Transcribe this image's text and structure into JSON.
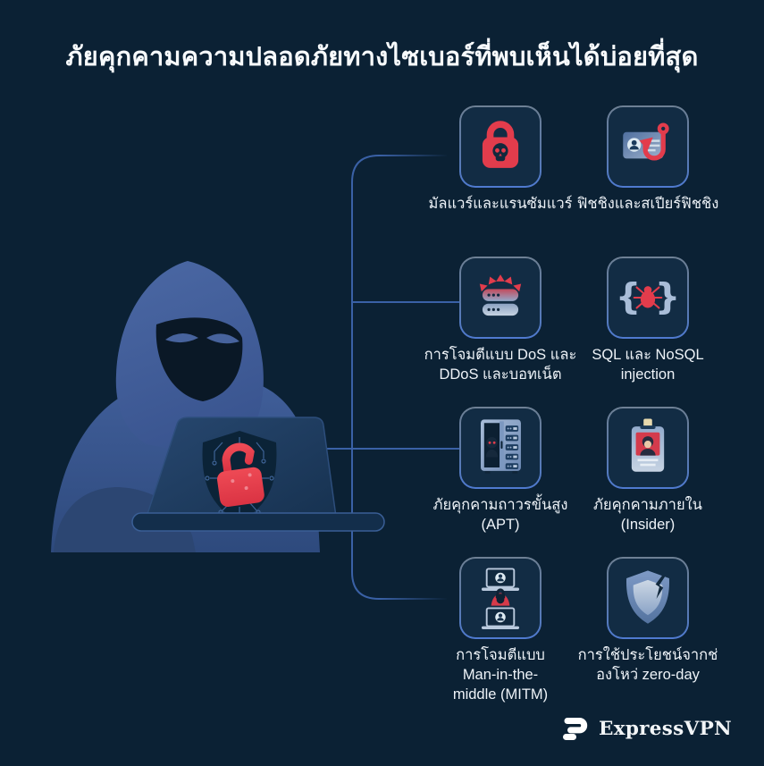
{
  "title": "ภัยคุกคามความปลอดภัยทางไซเบอร์ที่พบเห็นได้บ่อยที่สุด",
  "brand": {
    "name": "ExpressVPN",
    "logo_icon": "expressvpn-logo-icon"
  },
  "colors": {
    "background": "#0b2134",
    "accent_red": "#e23c4c",
    "connector_line": "#3a61a6",
    "card_background": "#122c44",
    "card_border_top": "#6e8094",
    "card_border_bottom": "#4f7ad0",
    "illustration_blue": "#44619b",
    "icon_light_blue": "#a9bdd8",
    "text": "#eef3f8"
  },
  "illustration": {
    "name": "hooded-hacker-at-laptop-with-red-unlocked-padlock-shield"
  },
  "threats": [
    {
      "id": "malware",
      "label": "มัลแวร์และแรนซัมแวร์",
      "icon": "padlock-skull-icon"
    },
    {
      "id": "phishing",
      "label": "ฟิชชิงและสเปียร์ฟิชชิง",
      "icon": "id-card-fishhook-icon"
    },
    {
      "id": "dos",
      "label": "การโจมตีแบบ DoS และ\nDDoS และบอทเน็ต",
      "icon": "server-attack-arrows-icon"
    },
    {
      "id": "sql",
      "label": "SQL และ NoSQL\ninjection",
      "icon": "code-braces-bug-icon"
    },
    {
      "id": "apt",
      "label": "ภัยคุกคามถาวรขั้นสูง\n(APT)",
      "icon": "server-cabinet-intruder-icon"
    },
    {
      "id": "insider",
      "label": "ภัยคุกคามภายใน\n(Insider)",
      "icon": "employee-id-badge-icon"
    },
    {
      "id": "mitm",
      "label": "การโจมตีแบบ\nMan-in-the-\nmiddle (MITM)",
      "icon": "two-laptops-interceptor-icon"
    },
    {
      "id": "zeroday",
      "label": "การใช้ประโยชน์จากช่\nองโหว่ zero-day",
      "icon": "cracked-shield-icon"
    }
  ]
}
